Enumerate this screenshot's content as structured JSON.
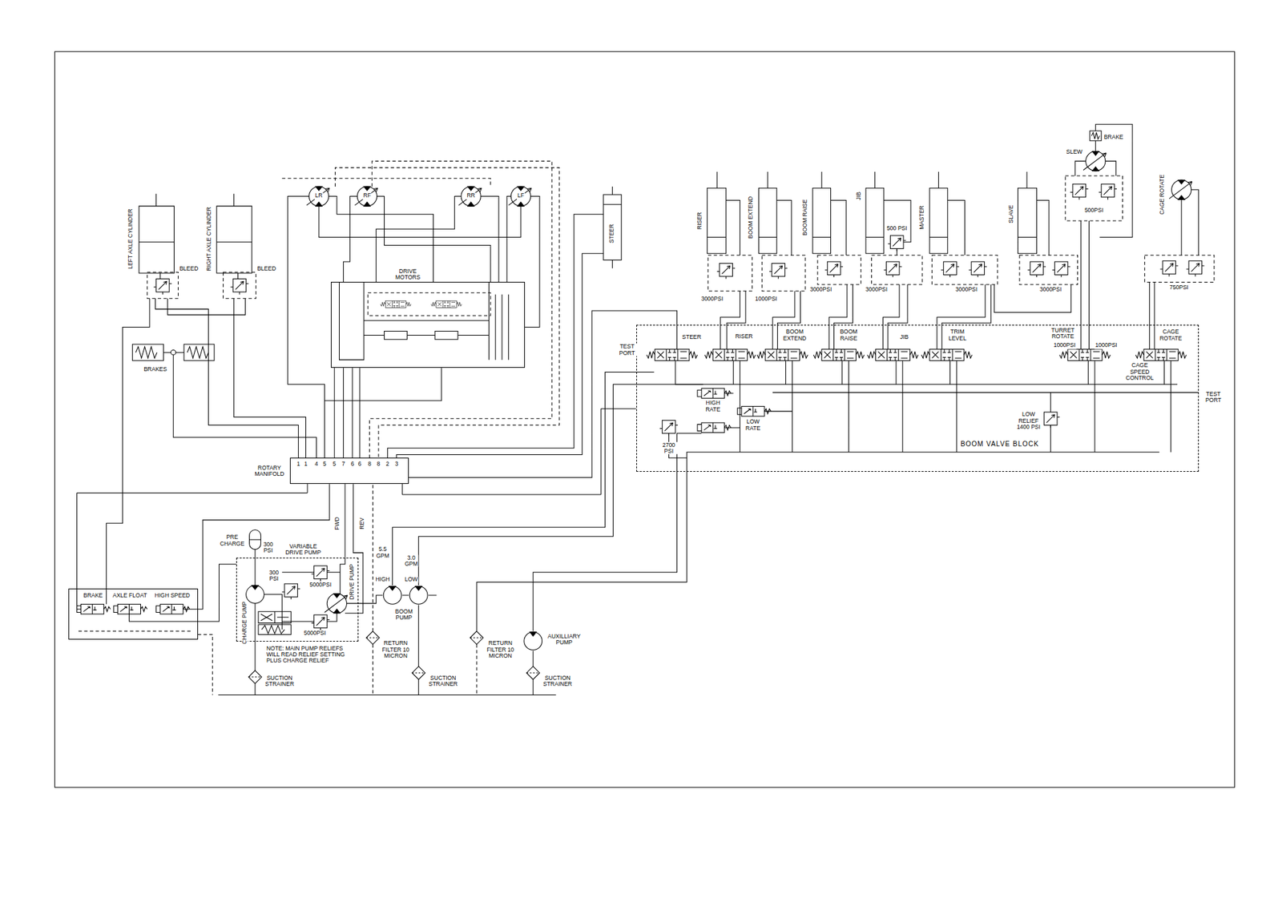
{
  "diagram": {
    "nodes": [
      {
        "text": [
          "DRIVE MOTORS"
        ]
      },
      {
        "text": [
          "BOOM VALVE BLOCK"
        ]
      },
      {
        "text": [
          "ROTARY MANIFOLD"
        ]
      },
      {
        "text": [
          "VARIABLE DRIVE PUMP"
        ]
      },
      {
        "text": [
          "BRAKE",
          "AXLE FLOAT",
          "HIGH SPEED"
        ]
      }
    ],
    "edges": [
      {
        "from": 1,
        "to": 2,
        "arrow": "none"
      },
      {
        "from": 3,
        "to": 2,
        "arrow": "none"
      },
      {
        "from": 4,
        "to": 2,
        "arrow": "none"
      },
      {
        "from": 0,
        "to": 2,
        "arrow": "none"
      }
    ],
    "labels": [
      "BRAKE",
      "SLEW",
      "500PSI",
      "CAGE ROTATE",
      "RISER",
      "BOOM EXTEND",
      "BOOM RAISE",
      "JIB",
      "500 PSI",
      "MASTER",
      "SLAVE",
      "STEER",
      "LEFT AXLE CYLINDER",
      "RIGHT AXLE CYLINDER",
      "BLEED",
      "BLEED",
      "BRAKES",
      "LR",
      "RF",
      "RR",
      "LF",
      "3000PSI",
      "1000PSI",
      "3000PSI",
      "3000PSI",
      "3000PSI",
      "3000PSI",
      "750PSI",
      "STEER",
      "TEST PORT",
      "RISER",
      "BOOM EXTEND",
      "BOOM RAISE",
      "JIB",
      "TRIM LEVEL",
      "TURRET ROTATE",
      "1000PSI",
      "1000PSI",
      "CAGE ROTATE",
      "CAGE SPEED CONTROL",
      "TEST PORT",
      "HIGH RATE",
      "LOW RATE",
      "LOW RELIEF 1400 PSI",
      "2700 PSI",
      "1",
      "1",
      "4",
      "5",
      "5",
      "7",
      "6",
      "6",
      "8",
      "8",
      "2",
      "3",
      "FWD",
      "REV",
      "PRE CHARGE",
      "300 PSI",
      "300 PSI",
      "5000PSI",
      "DRIVE PUMP",
      "CHARGE PUMP",
      "5000PSI",
      "5.5 GPM",
      "3.0 GPM",
      "HIGH",
      "LOW",
      "BOOM PUMP",
      "NOTE: MAIN PUMP RELIEFS WILL READ RELIEF SETTING PLUS CHARGE RELIEF",
      "RETURN FILTER 10 MICRON",
      "SUCTION STRAINER",
      "SUCTION STRAINER",
      "RETURN FILTER 10 MICRON",
      "AUXILLIARY PUMP",
      "SUCTION STRAINER"
    ]
  }
}
